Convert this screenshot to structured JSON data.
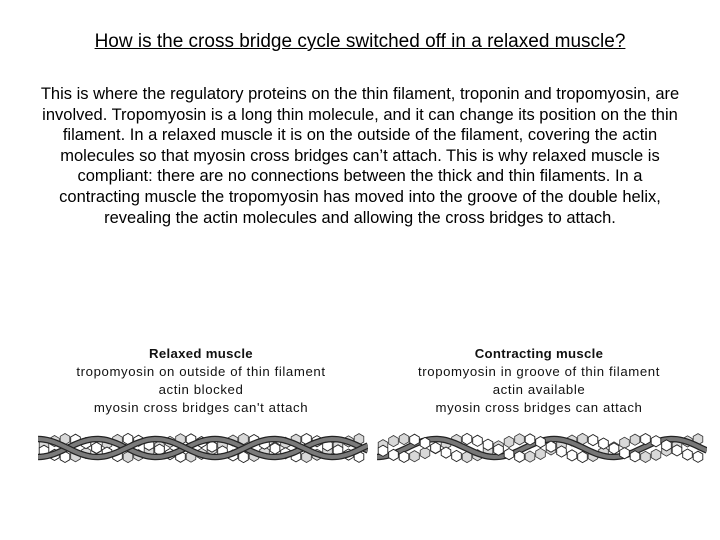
{
  "slide": {
    "title": "How is the cross bridge cycle switched off in a relaxed muscle?",
    "body": "This is where the regulatory proteins on the thin filament, troponin and tropomyosin, are involved. Tropomyosin is a long thin molecule, and it can change its position on the thin filament. In a relaxed muscle it is on the outside of the filament, covering the actin molecules so that myosin cross bridges can’t attach. This is why relaxed muscle is compliant: there are no connections between the thick and thin filaments. In a contracting muscle the tropomyosin has moved into the groove of the double helix, revealing the actin molecules and allowing the cross bridges to attach."
  },
  "figure": {
    "relaxed": {
      "heading": "Relaxed muscle",
      "line1": "tropomyosin on outside of thin filament",
      "line2": "actin blocked",
      "line3": "myosin cross bridges can't attach"
    },
    "contracting": {
      "heading": "Contracting muscle",
      "line1": "tropomyosin in groove of thin filament",
      "line2": "actin available",
      "line3": "myosin cross bridges can attach"
    }
  }
}
